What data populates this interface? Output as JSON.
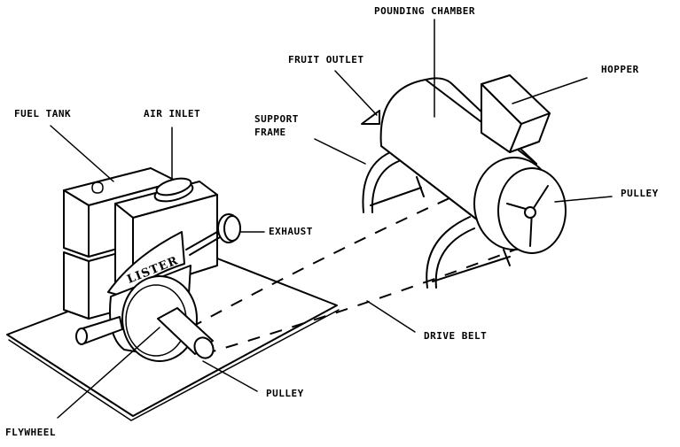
{
  "diagram": {
    "title": "Fruit pounding machine driven by Lister engine",
    "labels": {
      "pounding_chamber": "POUNDING CHAMBER",
      "fruit_outlet": "FRUIT OUTLET",
      "hopper": "HOPPER",
      "support_frame_line1": "SUPPORT",
      "support_frame_line2": "FRAME",
      "fuel_tank": "FUEL TANK",
      "air_inlet": "AIR INLET",
      "exhaust": "EXHAUST",
      "pulley_machine": "PULLEY",
      "pulley_engine": "PULLEY",
      "drive_belt": "DRIVE BELT",
      "flywheel": "FLYWHEEL"
    },
    "engine_plate": "LISTER",
    "colors": {
      "ink": "#000000",
      "background": "#ffffff"
    }
  }
}
